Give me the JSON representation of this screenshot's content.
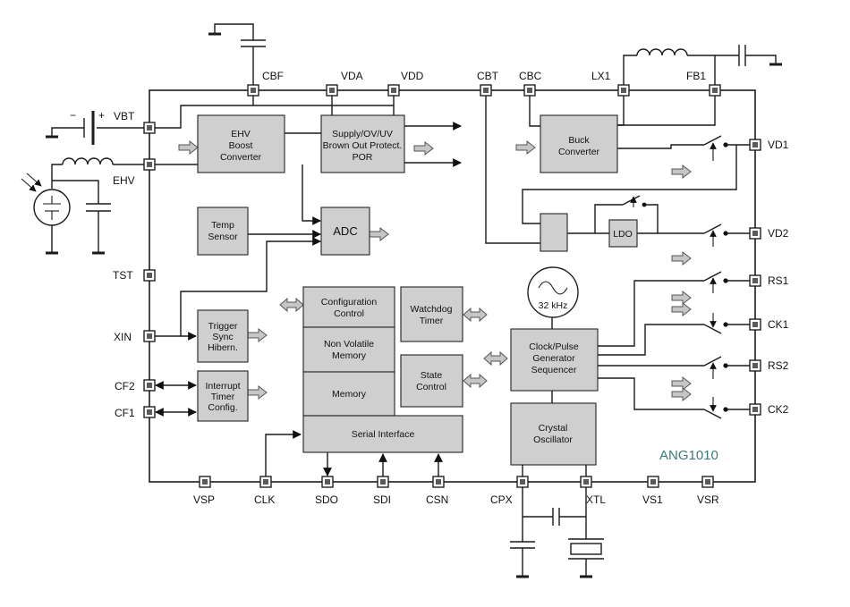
{
  "chip": {
    "name": "ANG1010"
  },
  "pins": {
    "top": [
      "CBF",
      "VDA",
      "VDD",
      "CBT",
      "CBC",
      "LX1",
      "FB1"
    ],
    "left": [
      "VBT",
      "EHV",
      "TST",
      "XIN",
      "CF2",
      "CF1"
    ],
    "right": [
      "VD1",
      "VD2",
      "RS1",
      "CK1",
      "RS2",
      "CK2"
    ],
    "bottom": [
      "VSP",
      "CLK",
      "SDO",
      "SDI",
      "CSN",
      "CPX",
      "XTL",
      "VS1",
      "VSR"
    ]
  },
  "blocks": {
    "ehv": [
      "EHV",
      "Boost",
      "Converter"
    ],
    "supply": [
      "Supply/OV/UV",
      "Brown Out Protect.",
      "POR"
    ],
    "buck": [
      "Buck",
      "Converter"
    ],
    "temp": [
      "Temp",
      "Sensor"
    ],
    "adc": [
      "ADC"
    ],
    "ldo": [
      "LDO"
    ],
    "trigger": [
      "Trigger",
      "Sync",
      "Hibern."
    ],
    "interrupt": [
      "Interrupt",
      "Timer",
      "Config."
    ],
    "config": [
      "Configuration",
      "Control"
    ],
    "nvm": [
      "Non Volatile",
      "Memory"
    ],
    "memory": [
      "Memory"
    ],
    "serial": [
      "Serial Interface"
    ],
    "watchdog": [
      "Watchdog",
      "Timer"
    ],
    "state": [
      "State",
      "Control"
    ],
    "clock": [
      "Clock/Pulse",
      "Generator",
      "Sequencer"
    ],
    "crystal": [
      "Crystal",
      "Oscillator"
    ]
  },
  "oscillator": {
    "label": "32 kHz"
  },
  "battery": {
    "minus": "−",
    "plus": "+"
  }
}
